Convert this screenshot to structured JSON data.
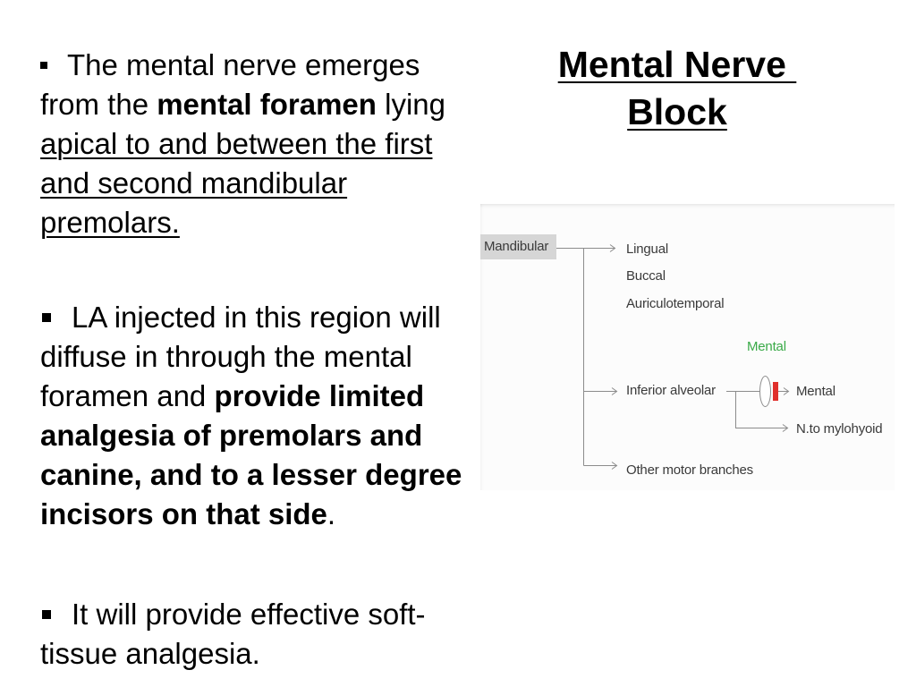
{
  "slide_title": [
    "Mental Nerve ",
    "Block"
  ],
  "bullets": [
    {
      "lines": [
        [
          "The mental nerve emerges"
        ],
        [
          "from the ",
          "mental foramen",
          " lying"
        ],
        [
          "apical to and between the first"
        ],
        [
          "and second mandibular"
        ],
        [
          "premolars."
        ]
      ]
    },
    {
      "lines": [
        [
          "LA injected in this region will"
        ],
        [
          "diffuse in through the mental"
        ],
        [
          "foramen and ",
          "provide limited"
        ],
        [
          "analgesia of premolars and"
        ],
        [
          "canine, and to a lesser degree"
        ],
        [
          "incisors on that side",
          "."
        ]
      ]
    },
    {
      "lines": [
        [
          "It will provide effective soft-"
        ],
        [
          "tissue analgesia."
        ]
      ]
    }
  ],
  "diagram": {
    "root": "Mandibular",
    "branches": [
      "Lingual",
      "Buccal",
      "Auriculotemporal",
      "Inferior alveolar",
      "Other motor branches"
    ],
    "block_label": "Mental",
    "inferior_alveolar_branches": [
      "Mental",
      "N.to mylohyoid"
    ]
  },
  "colors": {
    "background": "#ffffff",
    "text": "#000000",
    "diagram_text": "#3a3a3a",
    "root_box": "#d6d6d6",
    "block_label": "#3aaa48",
    "block_mark": "#e0302c",
    "connector": "#8c8c8c"
  }
}
